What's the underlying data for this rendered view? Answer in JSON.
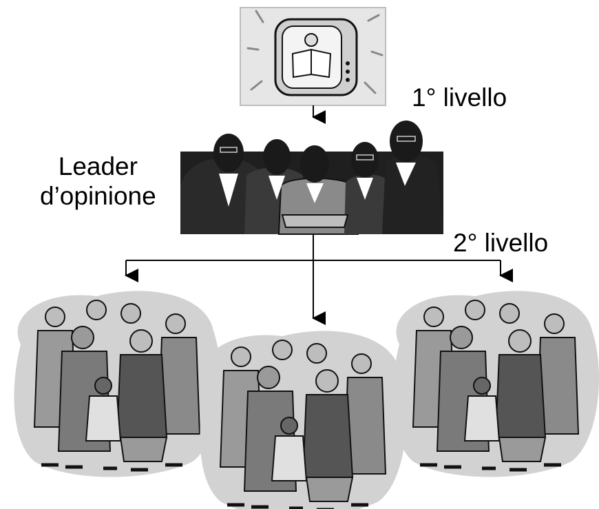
{
  "labels": {
    "level1": "1° livello",
    "leader_line1": "Leader",
    "leader_line2": "d’opinione",
    "level2": "2° livello"
  },
  "icons": {
    "tv": "television-with-newsreader",
    "leaders": "group-of-five-businessmen",
    "crowd": "group-of-people"
  },
  "colors": {
    "line": "#000000",
    "tv_panel": "#e6e6e6",
    "cloud": "#d0d0d0",
    "figure_dark": "#2a2a2a",
    "figure_mid": "#8a8a8a",
    "figure_light": "#bdbdbd"
  }
}
